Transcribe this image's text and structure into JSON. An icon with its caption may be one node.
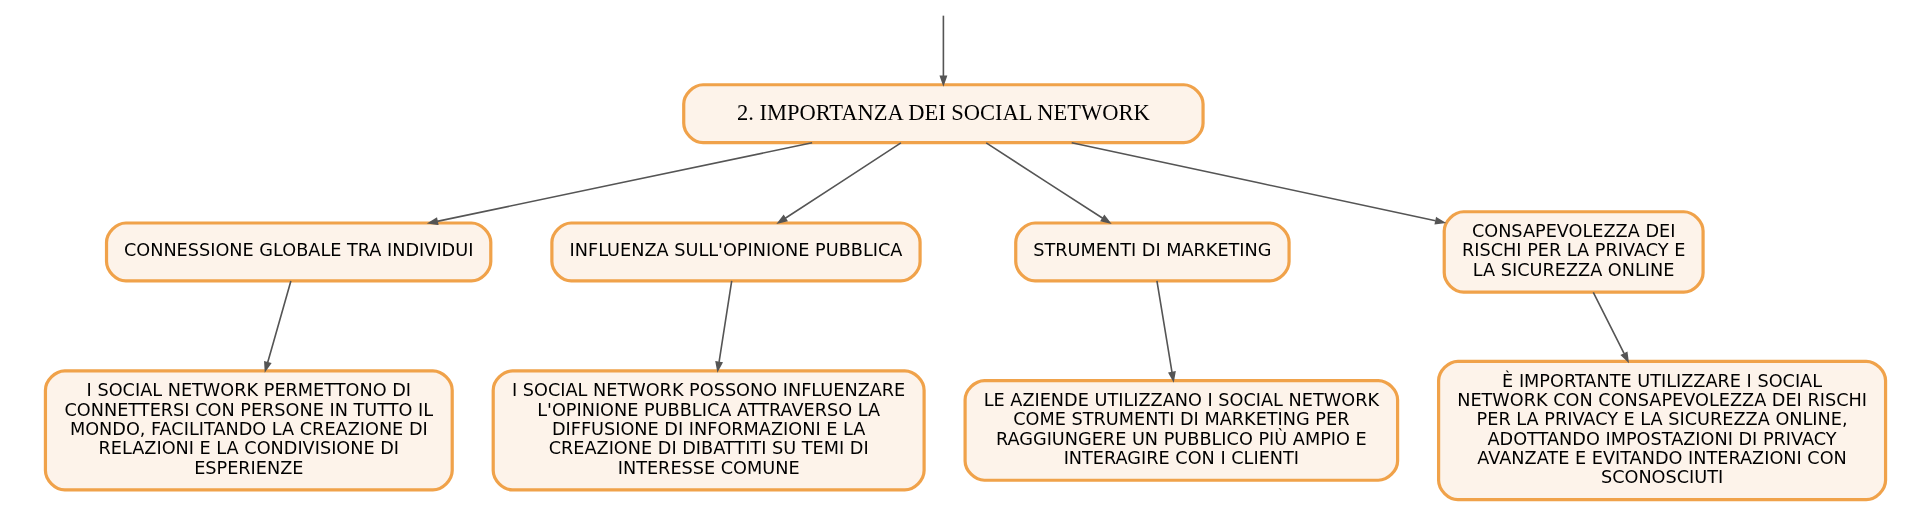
{
  "diagram": {
    "nodes": [
      {
        "text": [
          "2. IMPORTANZA DEI SOCIAL NETWORK"
        ]
      },
      {
        "text": [
          "CONNESSIONE GLOBALE TRA INDIVIDUI"
        ]
      },
      {
        "text": [
          "INFLUENZA SULL'OPINIONE PUBBLICA"
        ]
      },
      {
        "text": [
          "STRUMENTI DI MARKETING"
        ]
      },
      {
        "text": [
          "CONSAPEVOLEZZA DEI RISCHI PER LA PRIVACY E LA SICUREZZA ONLINE"
        ]
      },
      {
        "text": [
          "I SOCIAL NETWORK PERMETTONO DI CONNETTERSI CON PERSONE IN TUTTO IL MONDO, FACILITANDO LA CREAZIONE DI RELAZIONI E LA CONDIVISIONE DI ESPERIENZE"
        ]
      },
      {
        "text": [
          "I SOCIAL NETWORK POSSONO INFLUENZARE L'OPINIONE PUBBLICA ATTRAVERSO LA DIFFUSIONE DI INFORMAZIONI E LA CREAZIONE DI DIBATTITI SU TEMI DI INTERESSE COMUNE"
        ]
      },
      {
        "text": [
          "LE AZIENDE UTILIZZANO I SOCIAL NETWORK COME STRUMENTI DI MARKETING PER RAGGIUNGERE UN PUBBLICO PIÙ AMPIO E INTERAGIRE CON I CLIENTI"
        ]
      },
      {
        "text": [
          "È IMPORTANTE UTILIZZARE I SOCIAL NETWORK CON CONSAPEVOLEZZA DEI RISCHI PER LA PRIVACY E LA SICUREZZA ONLINE, ADOTTANDO IMPOSTAZIONI DI PRIVACY AVANZATE E EVITANDO INTERAZIONI CON SCONOSCIUTI"
        ]
      }
    ],
    "edges": [
      {
        "from": null,
        "to": 0,
        "arrow": "to"
      },
      {
        "from": 0,
        "to": 1,
        "arrow": "to"
      },
      {
        "from": 0,
        "to": 2,
        "arrow": "to"
      },
      {
        "from": 0,
        "to": 3,
        "arrow": "to"
      },
      {
        "from": 0,
        "to": 4,
        "arrow": "to"
      },
      {
        "from": 1,
        "to": 5,
        "arrow": "to"
      },
      {
        "from": 2,
        "to": 6,
        "arrow": "to"
      },
      {
        "from": 3,
        "to": 7,
        "arrow": "to"
      },
      {
        "from": 4,
        "to": 8,
        "arrow": "to"
      }
    ]
  }
}
